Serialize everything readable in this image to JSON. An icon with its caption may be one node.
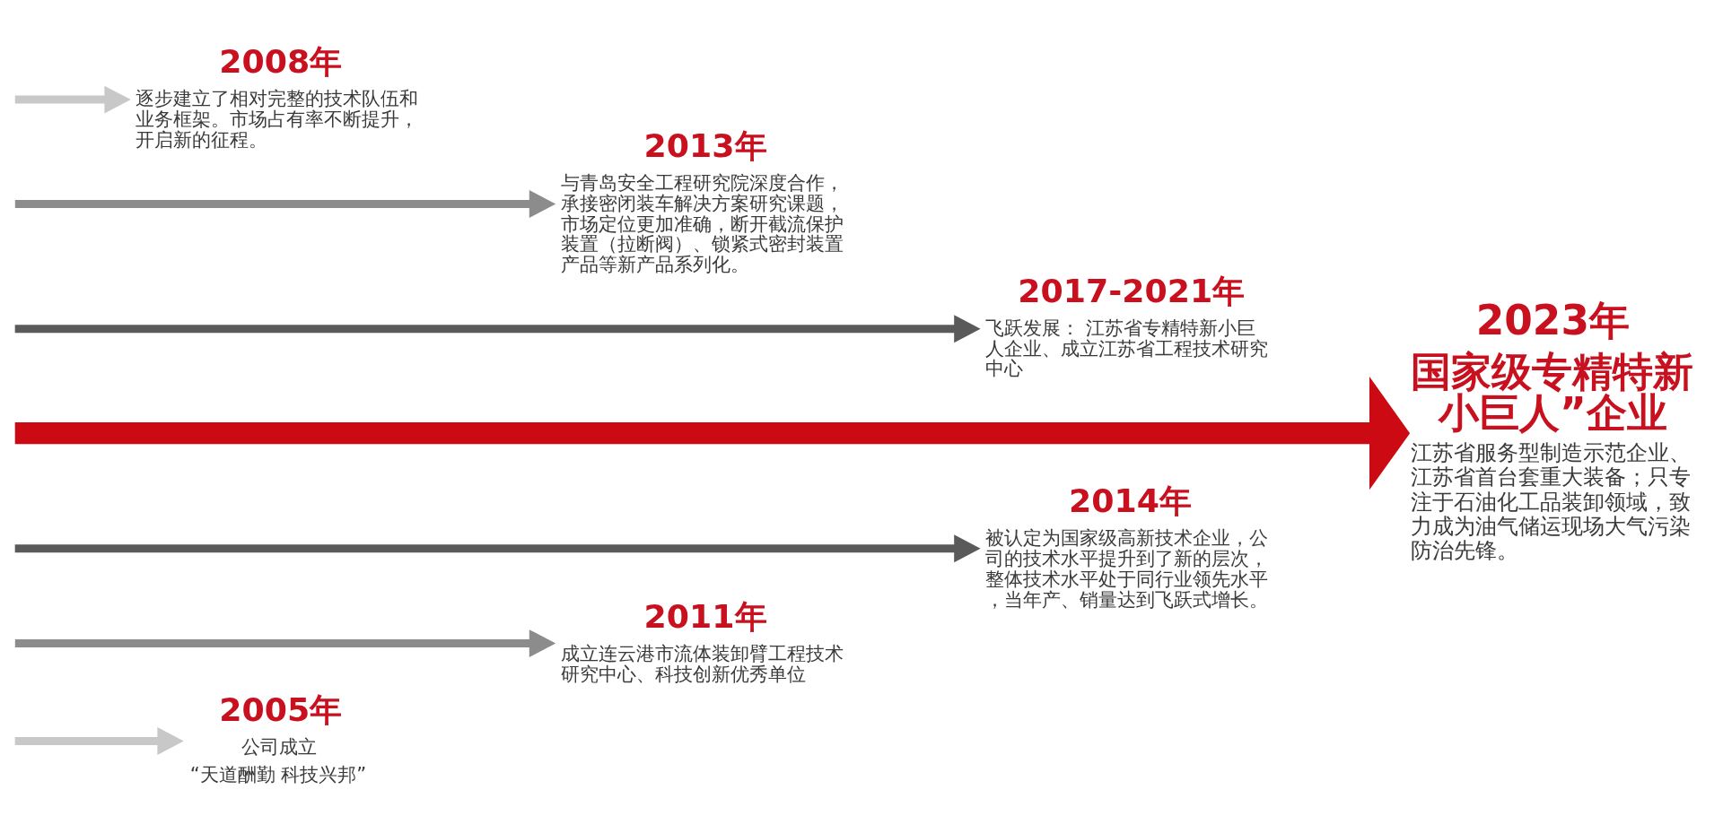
{
  "diagram": {
    "nodes": [
      {
        "text": [
          "2008年",
          "逐步建立了相对完整的技术队伍和业务框架。市场占有率不断提升，开启新的征程。"
        ]
      },
      {
        "text": [
          "2013年",
          "与青岛安全工程研究院深度合作，承接密闭装车解决方案研究课题，市场定位更加准确，断开截流保护装置（拉断阀）、锁紧式密封装置产品等新产品系列化。"
        ]
      },
      {
        "text": [
          "2017-2021年",
          "飞跃发展： 江苏省专精特新小巨人企业、成立江苏省工程技术研究中心"
        ]
      },
      {
        "text": [
          "2023年",
          "国家级专精特新小巨人”企业",
          "江苏省服务型制造示范企业、江苏省首台套重大装备；只专注于石油化工品装卸领域，致力成为油气储运现场大气污染防治先锋。"
        ]
      },
      {
        "text": [
          "2005年",
          "公司成立",
          "“天道酬勤 科技兴邦”"
        ]
      },
      {
        "text": [
          "2011年",
          "成立连云港市流体装卸臂工程技术研究中心、科技创新优秀单位"
        ]
      },
      {
        "text": [
          "2014年",
          "被认定为国家级高新技术企业，公司的技术水平提升到了新的层次，整体技术水平处于同行业领先水平，当年产、销量达到飞跃式增长。"
        ]
      }
    ],
    "edges": [
      {
        "from": null,
        "to": 3,
        "arrow": "to",
        "style": "thick",
        "color": "#cc0a14"
      },
      {
        "from": null,
        "to": 4,
        "arrow": "to",
        "color": "#c8c8c8"
      },
      {
        "from": null,
        "to": 0,
        "arrow": "to",
        "color": "#c8c8c8"
      },
      {
        "from": null,
        "to": 5,
        "arrow": "to",
        "color": "#8c8c8c"
      },
      {
        "from": null,
        "to": 1,
        "arrow": "to",
        "color": "#8c8c8c"
      },
      {
        "from": null,
        "to": 6,
        "arrow": "to",
        "color": "#5a5a5a"
      },
      {
        "from": null,
        "to": 2,
        "arrow": "to",
        "color": "#5a5a5a"
      }
    ]
  }
}
